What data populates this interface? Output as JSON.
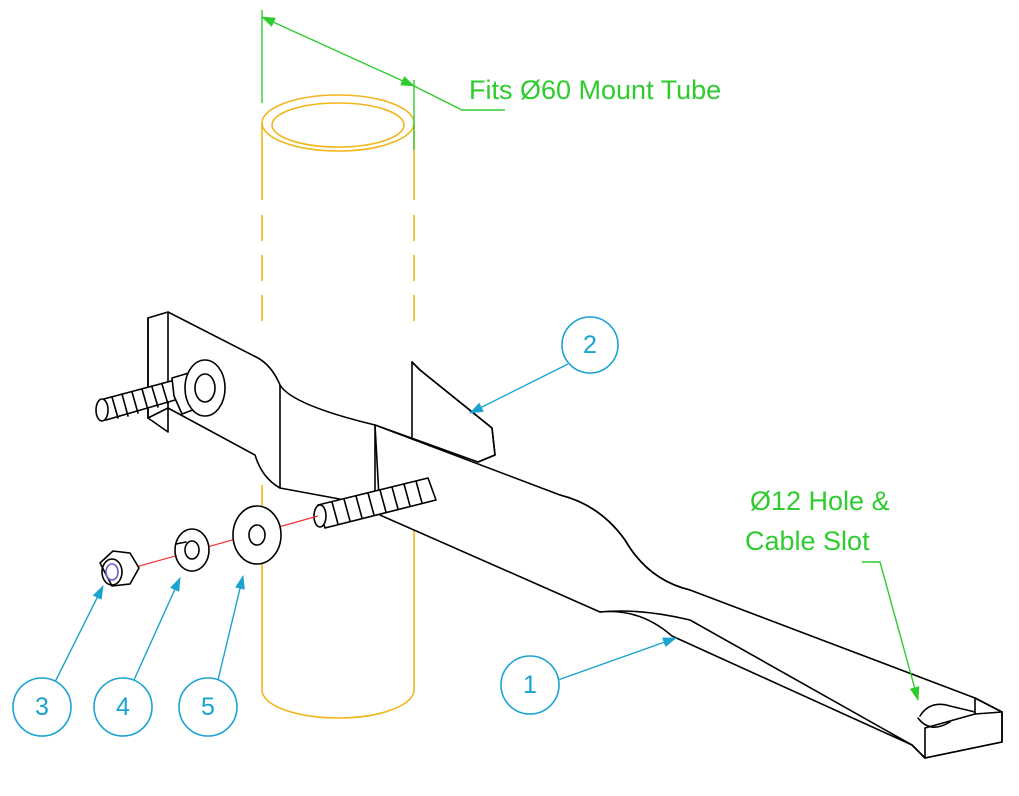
{
  "notes": {
    "tube_fit": "Fits Ø60 Mount Tube",
    "hole_line1": "Ø12 Hole &",
    "hole_line2": "Cable Slot"
  },
  "balloons": [
    {
      "id": "1",
      "label": "1"
    },
    {
      "id": "2",
      "label": "2"
    },
    {
      "id": "3",
      "label": "3"
    },
    {
      "id": "4",
      "label": "4"
    },
    {
      "id": "5",
      "label": "5"
    }
  ],
  "colors": {
    "note_text": "#2ecc2e",
    "balloon": "#1aa3d1",
    "tube": "#f2b51c",
    "bolt_axis": "#ee3333",
    "outline": "#000000"
  }
}
